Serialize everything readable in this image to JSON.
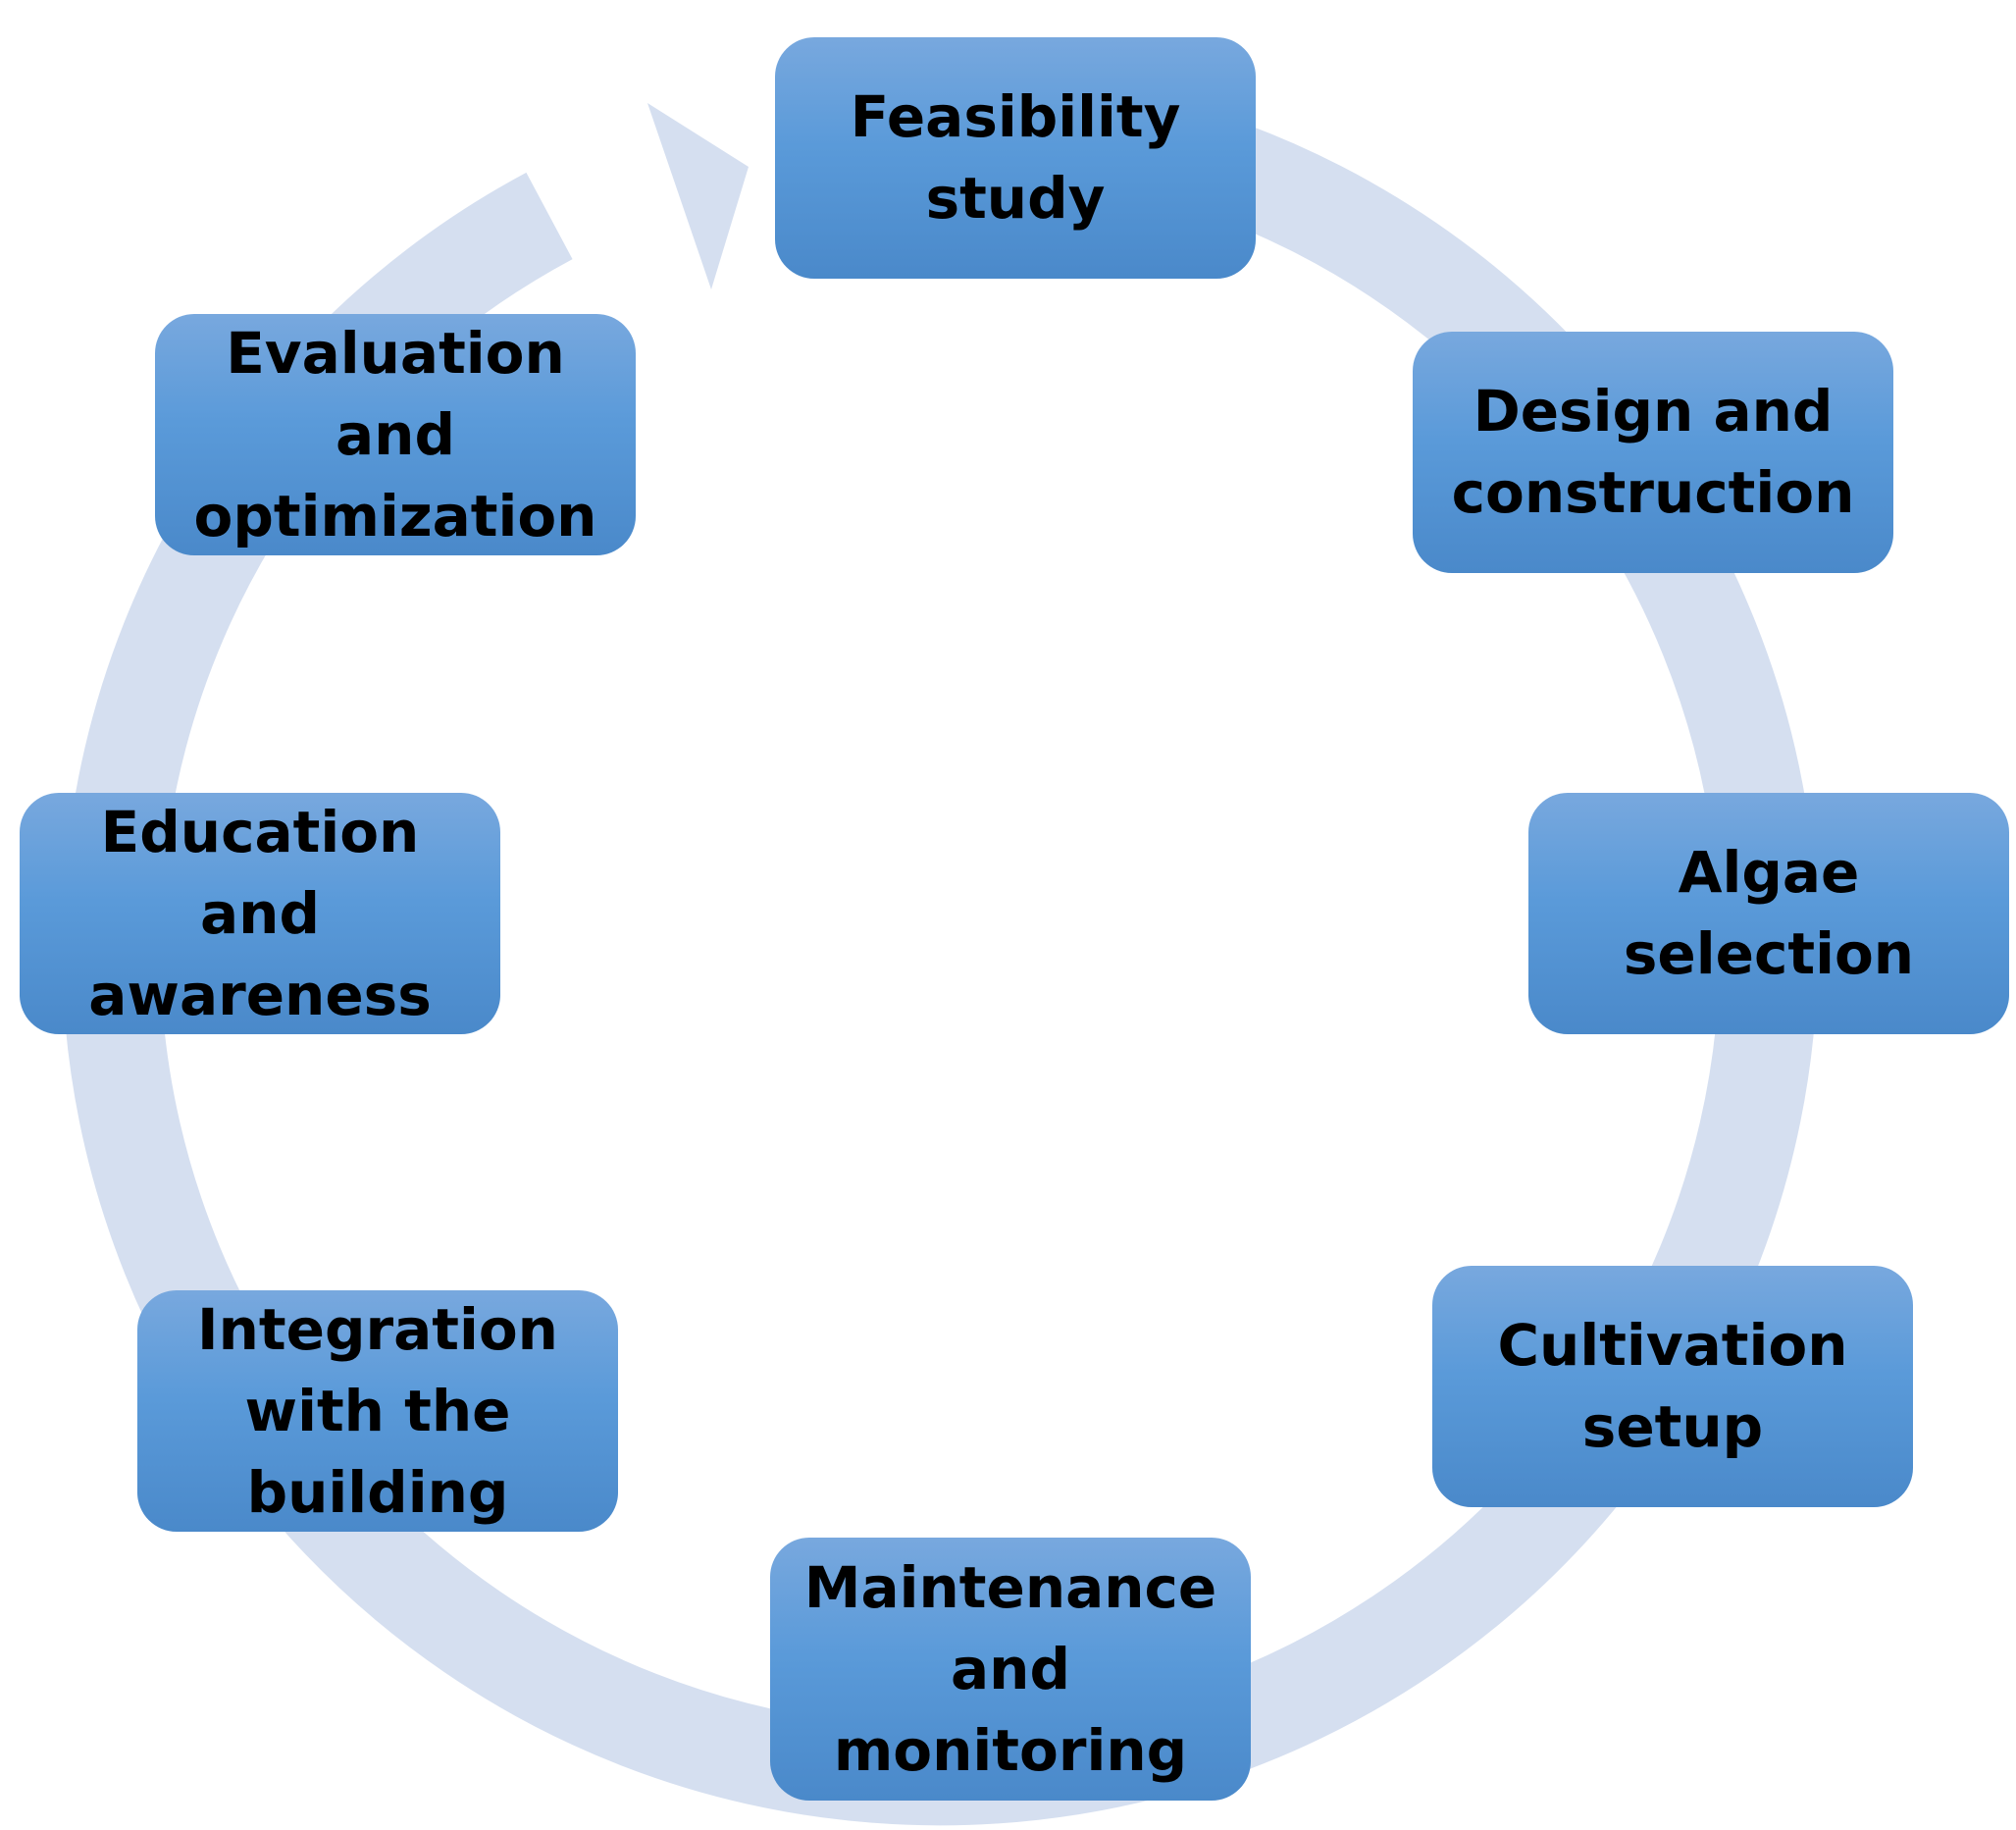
{
  "diagram": {
    "type": "cycle",
    "ring_color": "#d5dff0",
    "box_color_top": "#78a8de",
    "box_color_bottom": "#4a89ca",
    "steps": [
      {
        "id": "feasibility",
        "lines": [
          "Feasibility",
          "study"
        ]
      },
      {
        "id": "design",
        "lines": [
          "Design and",
          "construction"
        ]
      },
      {
        "id": "algae",
        "lines": [
          "Algae",
          "selection"
        ]
      },
      {
        "id": "cultivation",
        "lines": [
          "Cultivation",
          "setup"
        ]
      },
      {
        "id": "maintenance",
        "lines": [
          "Maintenance",
          "and",
          "monitoring"
        ]
      },
      {
        "id": "integration",
        "lines": [
          "Integration",
          "with the",
          "building"
        ]
      },
      {
        "id": "education",
        "lines": [
          "Education",
          "and",
          "awareness"
        ]
      },
      {
        "id": "evaluation",
        "lines": [
          "Evaluation",
          "and",
          "optimization"
        ]
      }
    ]
  }
}
